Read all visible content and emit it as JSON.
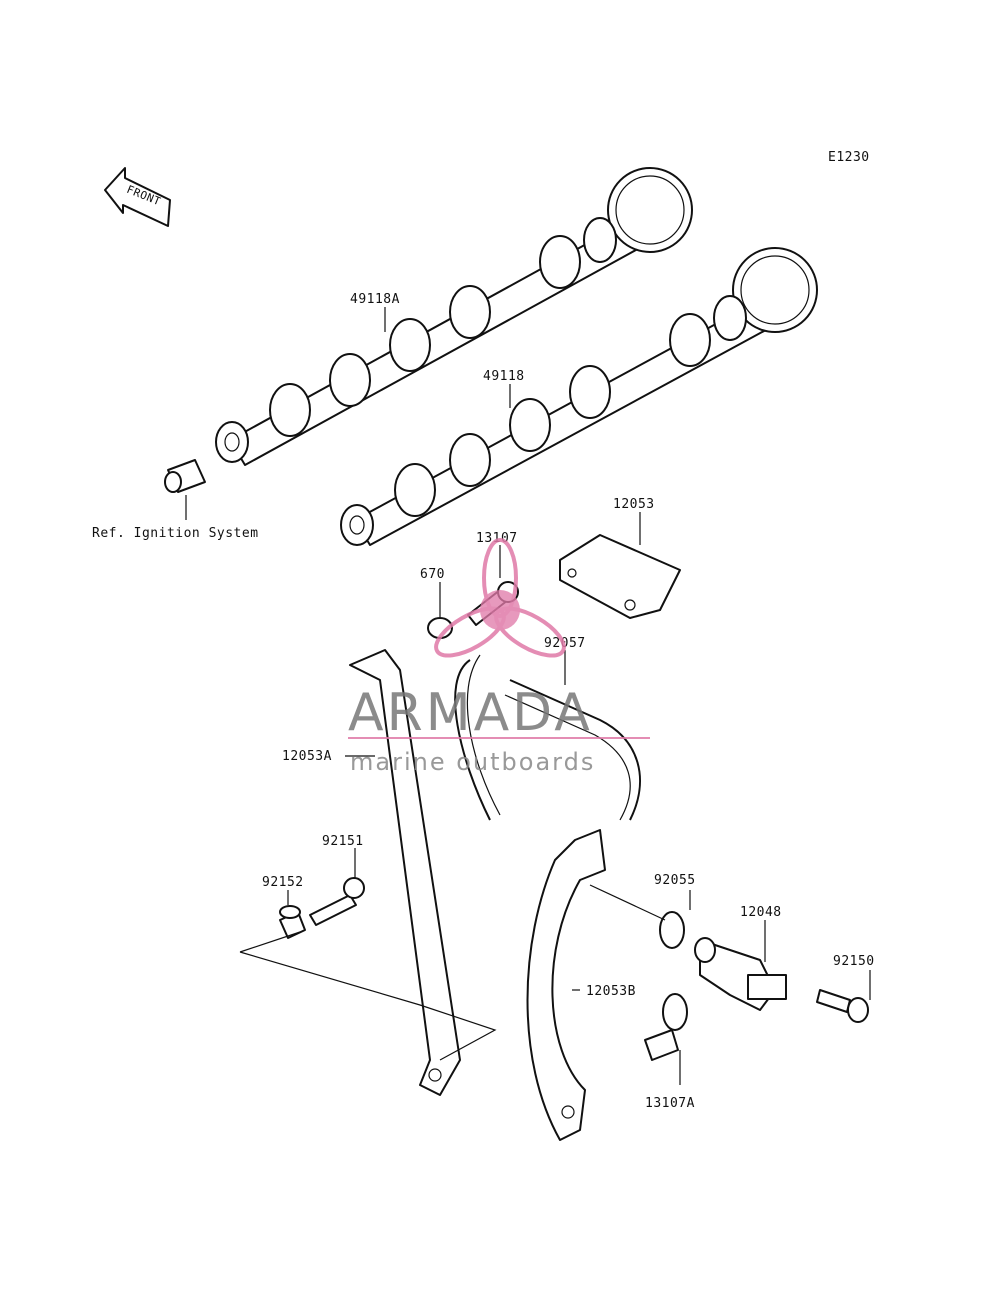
{
  "diagram": {
    "code": "E1230",
    "front_label": "FRONT",
    "reference_note": "Ref. Ignition System",
    "parts": [
      {
        "id": "p-49118A",
        "label": "49118A"
      },
      {
        "id": "p-49118",
        "label": "49118"
      },
      {
        "id": "p-12053",
        "label": "12053"
      },
      {
        "id": "p-13107",
        "label": "13107"
      },
      {
        "id": "p-670",
        "label": "670"
      },
      {
        "id": "p-92057",
        "label": "92057"
      },
      {
        "id": "p-12053A",
        "label": "12053A"
      },
      {
        "id": "p-92151",
        "label": "92151"
      },
      {
        "id": "p-92152",
        "label": "92152"
      },
      {
        "id": "p-92055",
        "label": "92055"
      },
      {
        "id": "p-12048",
        "label": "12048"
      },
      {
        "id": "p-92150",
        "label": "92150"
      },
      {
        "id": "p-12053B",
        "label": "12053B"
      },
      {
        "id": "p-13107A",
        "label": "13107A"
      }
    ]
  },
  "watermark": {
    "brand": "ARMADA",
    "tagline": "marine outboards",
    "accent_color": "#e07aa8"
  }
}
